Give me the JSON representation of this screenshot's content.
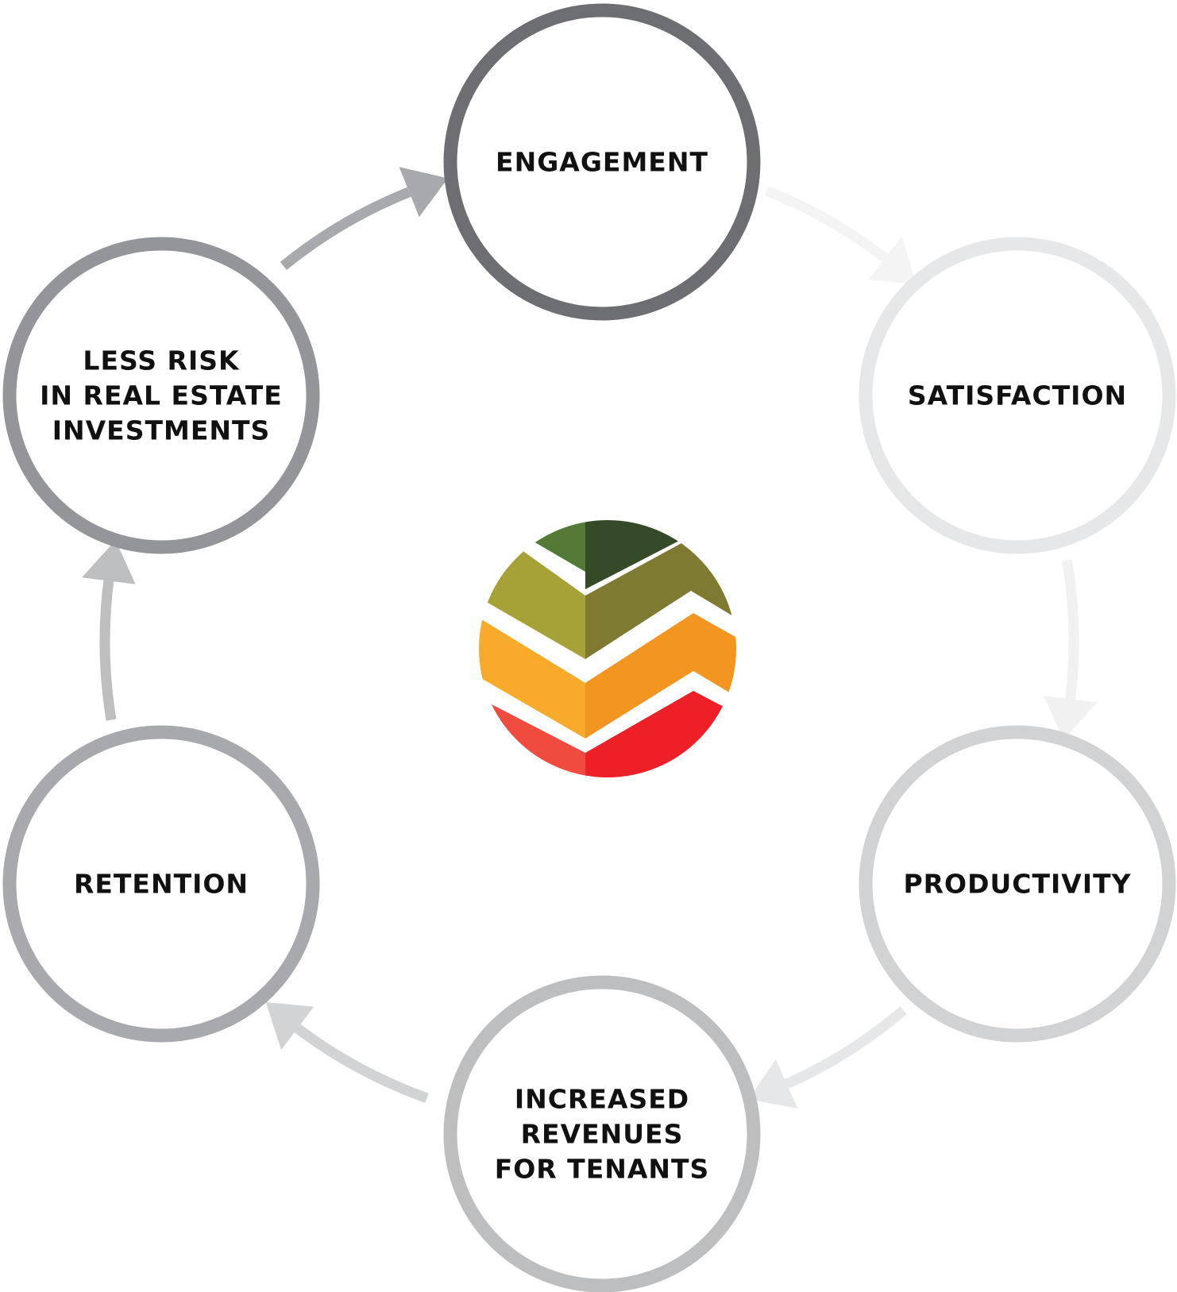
{
  "nodes": [
    {
      "id": "engagement",
      "lines": [
        "ENGAGEMENT"
      ],
      "ring_color": "#6d6e71"
    },
    {
      "id": "satisfaction",
      "lines": [
        "SATISFACTION"
      ],
      "ring_color": "#e6e7e8"
    },
    {
      "id": "productivity",
      "lines": [
        "PRODUCTIVITY"
      ],
      "ring_color": "#d1d2d4"
    },
    {
      "id": "increased-revenues",
      "lines": [
        "INCREASED",
        "REVENUES",
        "FOR TENANTS"
      ],
      "ring_color": "#bcbec0"
    },
    {
      "id": "retention",
      "lines": [
        "RETENTION"
      ],
      "ring_color": "#a7a9ac"
    },
    {
      "id": "less-risk",
      "lines": [
        "LESS RISK",
        "IN REAL ESTATE",
        "INVESTMENTS"
      ],
      "ring_color": "#939598"
    }
  ],
  "arrows": [
    {
      "from": "engagement",
      "to": "satisfaction",
      "color": "#f4f4f5"
    },
    {
      "from": "satisfaction",
      "to": "productivity",
      "color": "#f1f1f2"
    },
    {
      "from": "productivity",
      "to": "increased-revenues",
      "color": "#e6e7e8"
    },
    {
      "from": "increased-revenues",
      "to": "retention",
      "color": "#d1d3d4"
    },
    {
      "from": "retention",
      "to": "less-risk",
      "color": "#bcbec0"
    },
    {
      "from": "less-risk",
      "to": "engagement",
      "color": "#a7a9ac"
    }
  ],
  "logo": {
    "colors": {
      "dark_green": "#364a27",
      "green": "#537a37",
      "olive": "#a7a238",
      "dark_olive": "#7e7a31",
      "orange": "#f8aa2a",
      "dark_orange": "#f39621",
      "red": "#ed1f27",
      "light_red": "#ef4b3f"
    }
  }
}
